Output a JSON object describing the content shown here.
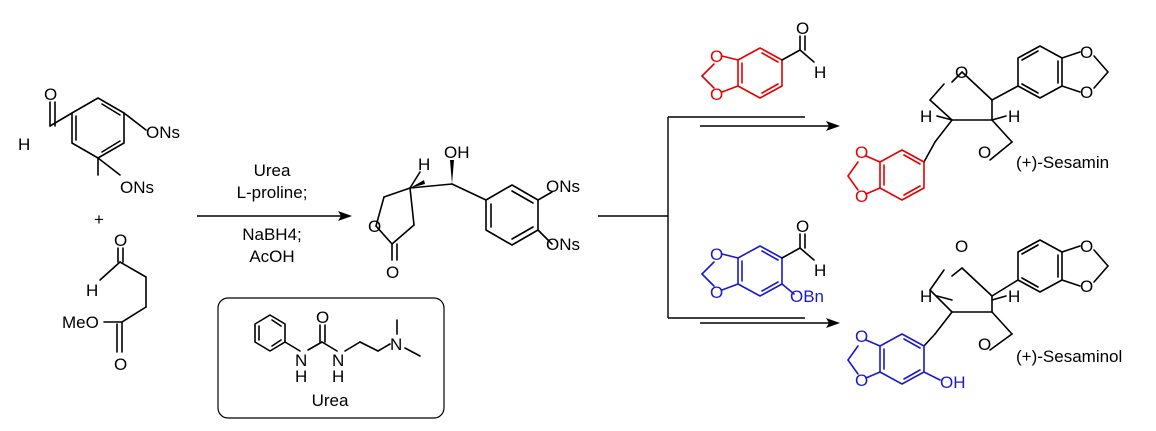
{
  "substituents": {
    "ons": "ONs",
    "o": "O",
    "h": "H",
    "meo": "MeO",
    "oh": "OH",
    "obn": "OBn",
    "plus": "+"
  },
  "conditions": {
    "line1": "Urea",
    "line2": "L-proline;",
    "line3": "NaBH4;",
    "line4": "AcOH"
  },
  "catalyst_box": {
    "nh1": "H",
    "n1": "N",
    "nh2": "H",
    "n2": "N",
    "o": "O",
    "n3": "N",
    "label": "Urea"
  },
  "products": {
    "top": "(+)-Sesamin",
    "bottom": "(+)-Sesaminol"
  },
  "colors": {
    "red": "#e60000",
    "blue": "#1a1acc",
    "black": "#000000"
  }
}
